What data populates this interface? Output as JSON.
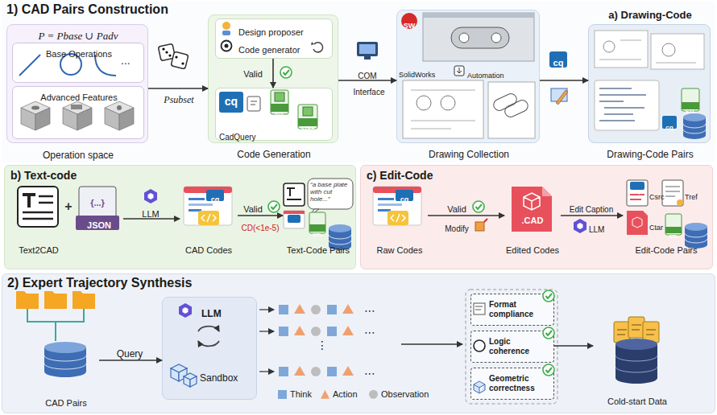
{
  "diagram": {
    "nodes": [
      {
        "text": [
          "1) CAD Pairs Construction"
        ]
      },
      {
        "text": [
          "P = Pbase ∪ Padv",
          "Operation space"
        ],
        "in": 0
      },
      {
        "text": [
          "Base Operations"
        ],
        "in": 1
      },
      {
        "text": [
          "Advanced Features"
        ],
        "in": 1
      },
      {
        "text": [
          "Code Generation"
        ],
        "in": 0
      },
      {
        "text": [
          "Design proposer",
          "Code generator"
        ],
        "in": 4
      },
      {
        "text": [
          "CadQuery"
        ],
        "in": 4
      },
      {
        "text": [
          "Drawing Collection"
        ],
        "in": 0
      },
      {
        "text": [
          "a) Drawing-Code",
          "Drawing-Code Pairs"
        ],
        "in": 0
      },
      {
        "text": [
          "b) Text-code"
        ]
      },
      {
        "text": [
          "Text2CAD"
        ],
        "in": 9
      },
      {
        "text": [
          "JSON"
        ],
        "in": 9
      },
      {
        "text": [
          "CAD Codes"
        ],
        "in": 9
      },
      {
        "text": [
          "Text-Code Pairs"
        ],
        "in": 9
      },
      {
        "text": [
          "c) Edit-Code"
        ]
      },
      {
        "text": [
          "Raw Codes"
        ],
        "in": 14
      },
      {
        "text": [
          ".CAD",
          "Edited Codes"
        ],
        "in": 14
      },
      {
        "text": [
          "Edit-Code Pairs"
        ],
        "in": 14
      },
      {
        "text": [
          "2) Expert Trajectory Synthesis"
        ]
      },
      {
        "text": [
          "CAD Pairs"
        ],
        "in": 18
      },
      {
        "text": [
          "LLM",
          "Sandbox"
        ],
        "in": 18
      },
      {
        "text": [
          "Format compliance"
        ],
        "in": 18
      },
      {
        "text": [
          "Logic coherence"
        ],
        "in": 18
      },
      {
        "text": [
          "Geometric correctness"
        ],
        "in": 18
      },
      {
        "text": [
          "Cold-start Data"
        ],
        "in": 18
      }
    ],
    "edges": [
      {
        "from": 1,
        "to": 4,
        "arrow": "to",
        "label": "Psubset"
      },
      {
        "from": 5,
        "to": 6,
        "arrow": "to",
        "label": "Valid"
      },
      {
        "from": 4,
        "to": 7,
        "arrow": "to",
        "label": "COM"
      },
      {
        "from": 7,
        "to": 8,
        "arrow": "to"
      },
      {
        "from": 11,
        "to": 12,
        "arrow": "to",
        "label": "LLM"
      },
      {
        "from": 12,
        "to": 13,
        "arrow": "to",
        "label": "Valid"
      },
      {
        "from": 15,
        "to": 16,
        "arrow": "to",
        "label": "Valid"
      },
      {
        "from": 16,
        "to": 17,
        "arrow": "to",
        "label": "Edit Caption"
      },
      {
        "from": 19,
        "to": 20,
        "arrow": "to",
        "label": "Query"
      },
      {
        "from": 22,
        "to": 24,
        "arrow": "to"
      }
    ],
    "labels": [
      "...",
      "cq",
      "STL",
      "STEP",
      "SW",
      "SolidWorks",
      "Automation",
      "Interface",
      "cq",
      "cq",
      "STL",
      "+",
      "{...}",
      "CD(<1e-5)",
      "“a base plate with cut hole...”",
      "cq",
      "cq",
      "STL",
      "Modify",
      "cq",
      "LLM",
      "Csrc",
      "Tref",
      "Ctar",
      "cq",
      "STL",
      "⋯",
      "⋯",
      "⋯",
      "⋮"
    ],
    "legend": [
      {
        "text": "Think",
        "color": "#7fa8d8"
      },
      {
        "text": "Action",
        "color": "#f0a070"
      },
      {
        "text": "Observation",
        "color": "#bdbdbd"
      }
    ]
  }
}
